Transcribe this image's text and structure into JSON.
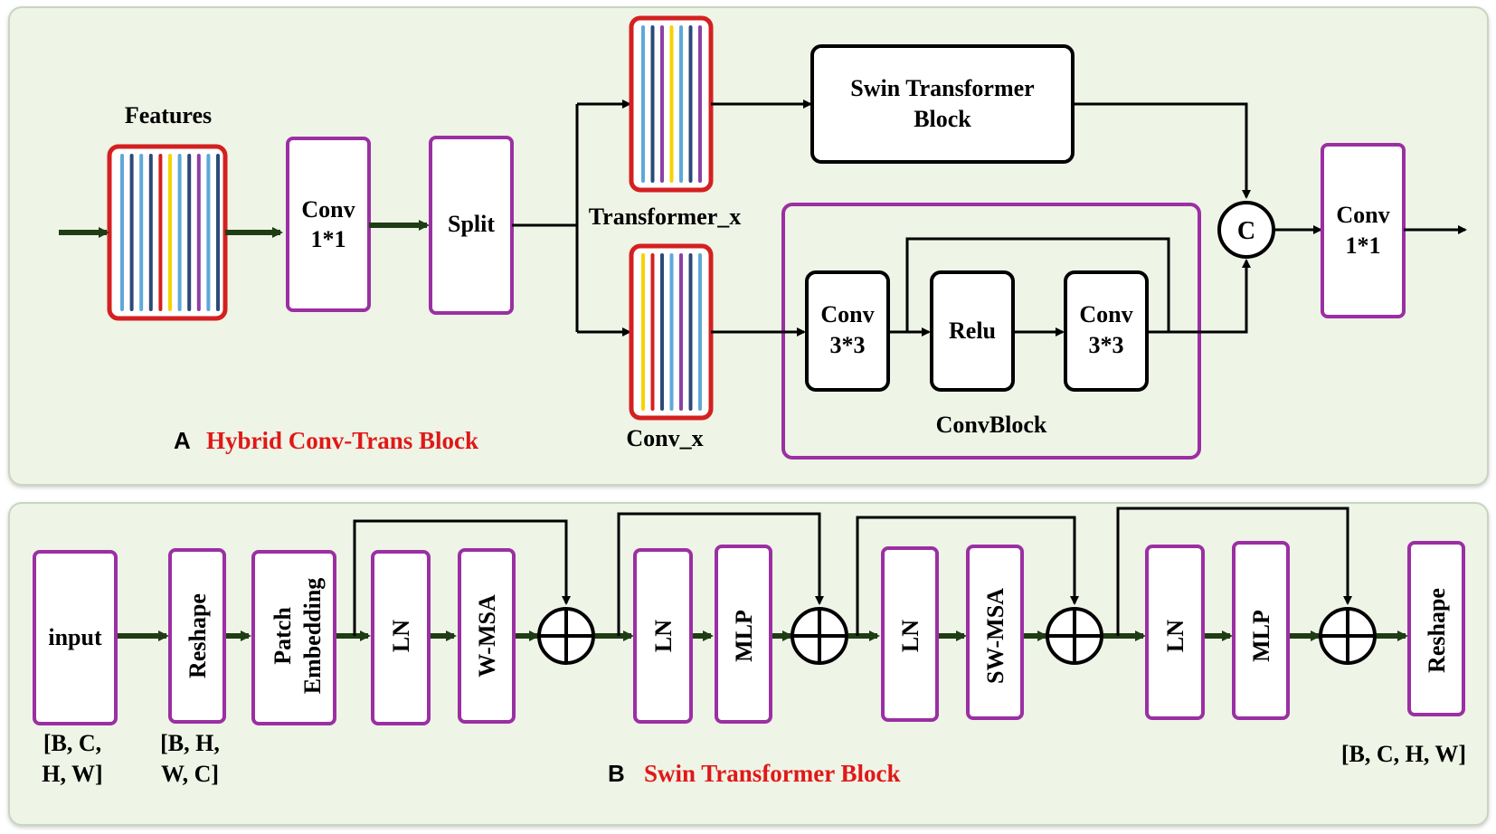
{
  "panel_a": {
    "letter": "A",
    "caption": "Hybrid Conv-Trans Block",
    "features_label": "Features",
    "conv1_line1": "Conv",
    "conv1_line2": "1*1",
    "split_label": "Split",
    "transformer_x_label": "Transformer_x",
    "conv_x_label": "Conv_x",
    "swin_line1": "Swin Transformer",
    "swin_line2": "Block",
    "convblock_label": "ConvBlock",
    "conv3a_line1": "Conv",
    "conv3a_line2": "3*3",
    "relu_label": "Relu",
    "conv3b_line1": "Conv",
    "conv3b_line2": "3*3",
    "concat_label": "C",
    "conv_out_line1": "Conv",
    "conv_out_line2": "1*1"
  },
  "panel_b": {
    "letter": "B",
    "caption": "Swin Transformer Block",
    "input_label": "input",
    "reshape1_label": "Reshape",
    "patch_line1": "Patch",
    "patch_line2": "Embedding",
    "ln1_label": "LN",
    "wmsa_label": "W-MSA",
    "ln2_label": "LN",
    "mlp1_label": "MLP",
    "ln3_label": "LN",
    "swmsa_label": "SW-MSA",
    "ln4_label": "LN",
    "mlp2_label": "MLP",
    "reshape2_label": "Reshape",
    "shape_in_line1": "[B, C,",
    "shape_in_line2": "H, W]",
    "shape_mid_line1": "[B, H,",
    "shape_mid_line2": "W, C]",
    "shape_out": "[B, C, H, W]"
  },
  "colors": {
    "panel_bg": "#eef4e6",
    "box_stroke": "#9b2fa3",
    "stack_stroke": "#d42020",
    "caption_red": "#e01818",
    "arrow_green": "#1f3d14"
  }
}
